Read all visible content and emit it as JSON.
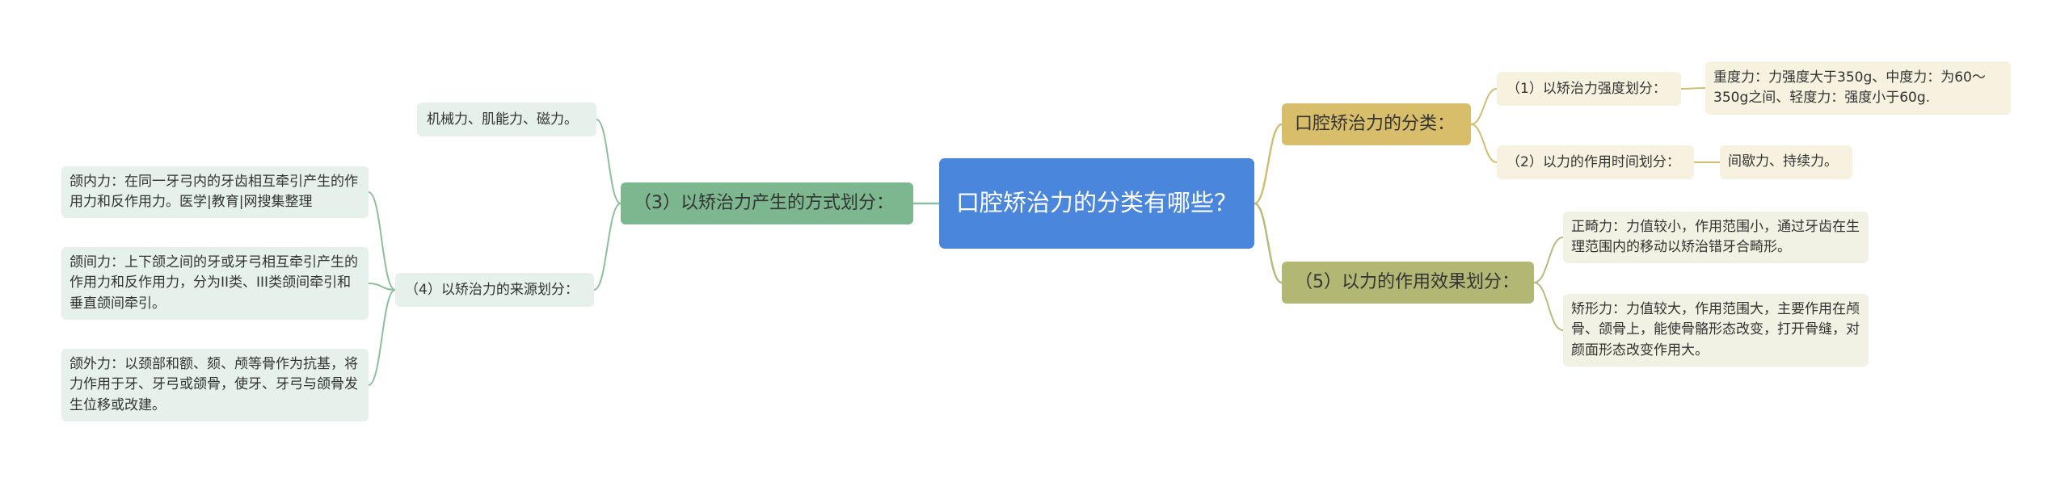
{
  "colors": {
    "root": "#4a86dc",
    "branch_left": "#7cb78f",
    "branch_left_line": "#8cbf9c",
    "leaf_left": "#e5f1ea",
    "branch_right_top": "#d8be6a",
    "branch_right_top_line": "#d2bd74",
    "leaf_right_top": "#f6f2df",
    "branch_right_bottom": "#b2b774",
    "branch_right_bottom_line": "#b7bb7c",
    "leaf_right_bottom": "#f1f2e3"
  },
  "root": {
    "label": "口腔矫治力的分类有哪些？"
  },
  "left": {
    "label": "（3）以矫治力产生的方式划分：",
    "children": [
      {
        "label": "机械力、肌能力、磁力。"
      },
      {
        "label": "（4）以矫治力的来源划分：",
        "children": [
          {
            "label": "颌内力：在同一牙弓内的牙齿相互牵引产生的作用力和反作用力。医学|教育|网搜集整理"
          },
          {
            "label": "颌间力：上下颌之间的牙或牙弓相互牵引产生的作用力和反作用力，分为II类、III类颌间牵引和垂直颌间牵引。"
          },
          {
            "label": "颌外力：以颈部和额、颏、颅等骨作为抗基，将力作用于牙、牙弓或颌骨，使牙、牙弓与颌骨发生位移或改建。"
          }
        ]
      }
    ]
  },
  "right_top": {
    "label": "口腔矫治力的分类：",
    "children": [
      {
        "label": "（1）以矫治力强度划分：",
        "children": [
          {
            "label": "重度力：力强度大于350g、中度力：为60～350g之间、轻度力：强度小于60g."
          }
        ]
      },
      {
        "label": "（2）以力的作用时间划分：",
        "children": [
          {
            "label": "间歇力、持续力。"
          }
        ]
      }
    ]
  },
  "right_bottom": {
    "label": "（5）以力的作用效果划分：",
    "children": [
      {
        "label": "正畸力：力值较小，作用范围小，通过牙齿在生理范围内的移动以矫治错牙合畸形。"
      },
      {
        "label": "矫形力：力值较大，作用范围大，主要作用在颅骨、颌骨上，能使骨骼形态改变，打开骨缝，对颜面形态改变作用大。"
      }
    ]
  }
}
